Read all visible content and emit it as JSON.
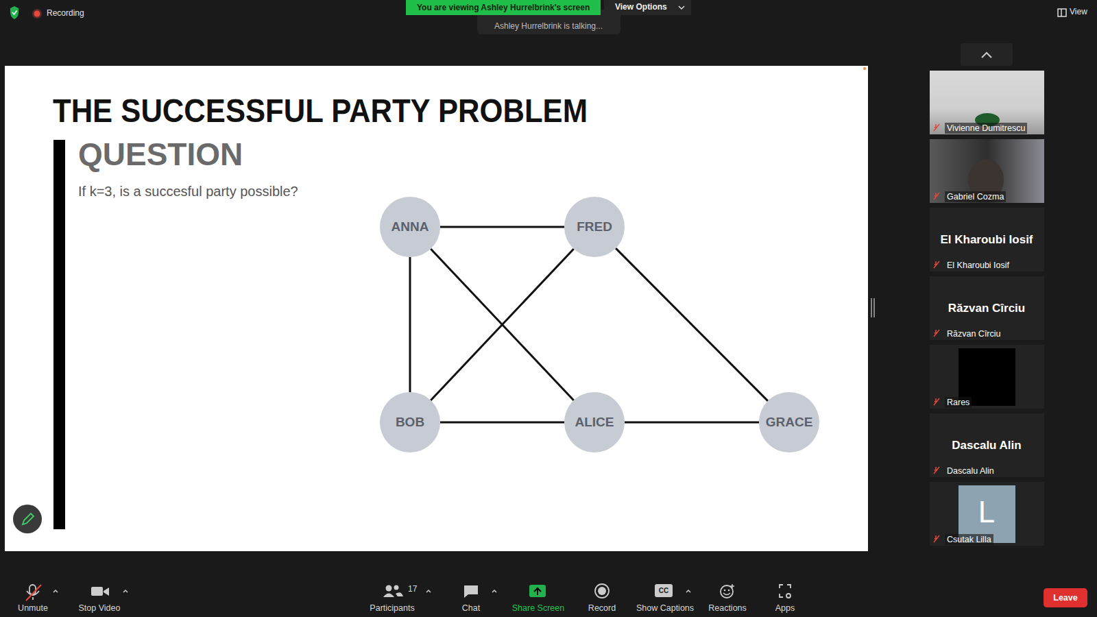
{
  "diagram": {
    "title": "THE SUCCESSFUL PARTY PROBLEM",
    "nodes": [
      {
        "text": [
          "ANNA"
        ]
      },
      {
        "text": [
          "FRED"
        ]
      },
      {
        "text": [
          "BOB"
        ]
      },
      {
        "text": [
          "ALICE"
        ]
      },
      {
        "text": [
          "GRACE"
        ]
      }
    ],
    "edges": [
      {
        "from": 0,
        "to": 1,
        "arrow": "none"
      },
      {
        "from": 0,
        "to": 2,
        "arrow": "none"
      },
      {
        "from": 0,
        "to": 3,
        "arrow": "none"
      },
      {
        "from": 1,
        "to": 2,
        "arrow": "none"
      },
      {
        "from": 1,
        "to": 4,
        "arrow": "none"
      },
      {
        "from": 2,
        "to": 3,
        "arrow": "none"
      },
      {
        "from": 3,
        "to": 4,
        "arrow": "none"
      }
    ],
    "labels": [
      "Recording",
      "You are viewing Ashley Hurrelbrink's screen",
      "View Options",
      "Ashley Hurrelbrink is talking...",
      "View",
      "QUESTION",
      "If k=3, is a succesful party possible?",
      "Vivienne Dumitrescu",
      "Gabriel Cozma",
      "El Kharoubi Iosif",
      "El Kharoubi Iosif",
      "Răzvan Cîrciu",
      "Răzvan Cîrciu",
      "Rares",
      "Dascalu Alin",
      "Dascalu Alin",
      "L",
      "Csutak Lilla",
      "Unmute",
      "Stop Video",
      "17",
      "Participants",
      "Chat",
      "Share Screen",
      "Record",
      "CC",
      "Show Captions",
      "Reactions",
      "Apps",
      "Leave"
    ]
  }
}
